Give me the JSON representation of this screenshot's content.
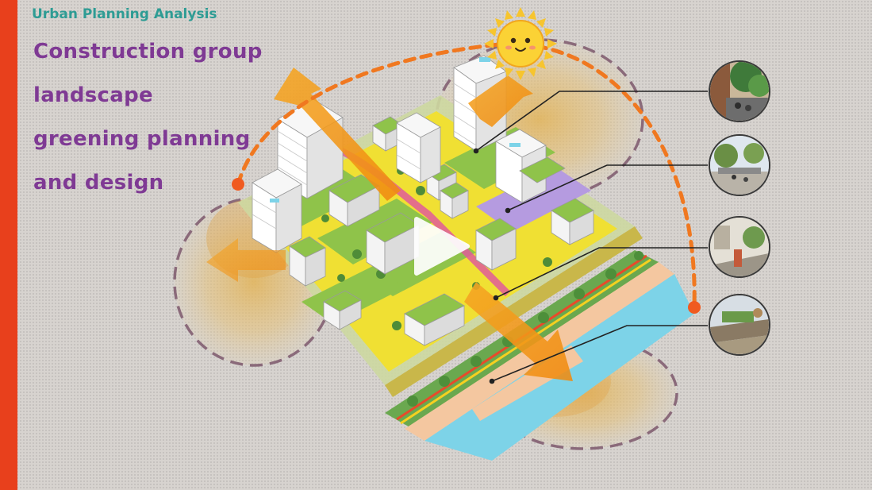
{
  "header": {
    "subtitle": "Urban Planning Analysis",
    "title_lines": [
      "Construction group",
      "landscape",
      "greening planning",
      "and design"
    ]
  },
  "colors": {
    "accent_bar": "#e8401c",
    "title": "#7f3a94",
    "subtitle": "#2e9c94",
    "sun_path": "#f07820",
    "water": "#7dd3e8"
  },
  "icons": {
    "sun": "smiling-sun-icon",
    "play": "play-icon"
  },
  "reference_photos": [
    {
      "name": "reference-photo-street-trees"
    },
    {
      "name": "reference-photo-plaza-walkway"
    },
    {
      "name": "reference-photo-pedestrian-path"
    },
    {
      "name": "reference-photo-riverside-steps"
    }
  ]
}
